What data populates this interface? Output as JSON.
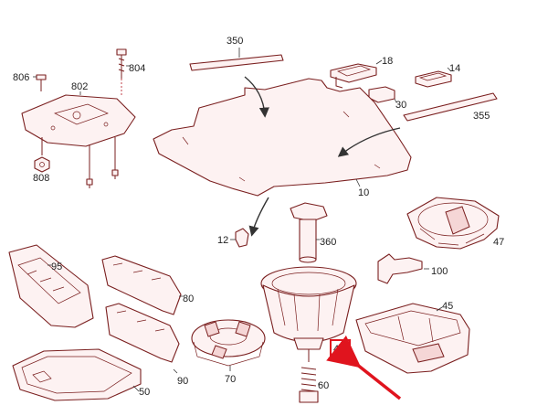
{
  "parts": {
    "p350": "350",
    "p18": "18",
    "p14": "14",
    "p30": "30",
    "p355": "355",
    "p806": "806",
    "p804": "804",
    "p802": "802",
    "p808": "808",
    "p10": "10",
    "p12": "12",
    "p360": "360",
    "p47": "47",
    "p100": "100",
    "p95": "95",
    "p80": "80",
    "p45": "45",
    "p40": "40",
    "p70": "70",
    "p90": "90",
    "p50": "50",
    "p60": "60"
  },
  "colors": {
    "highlight": "#e0141e",
    "line": "#7a1f1f",
    "fill": "#fdf2f2"
  }
}
